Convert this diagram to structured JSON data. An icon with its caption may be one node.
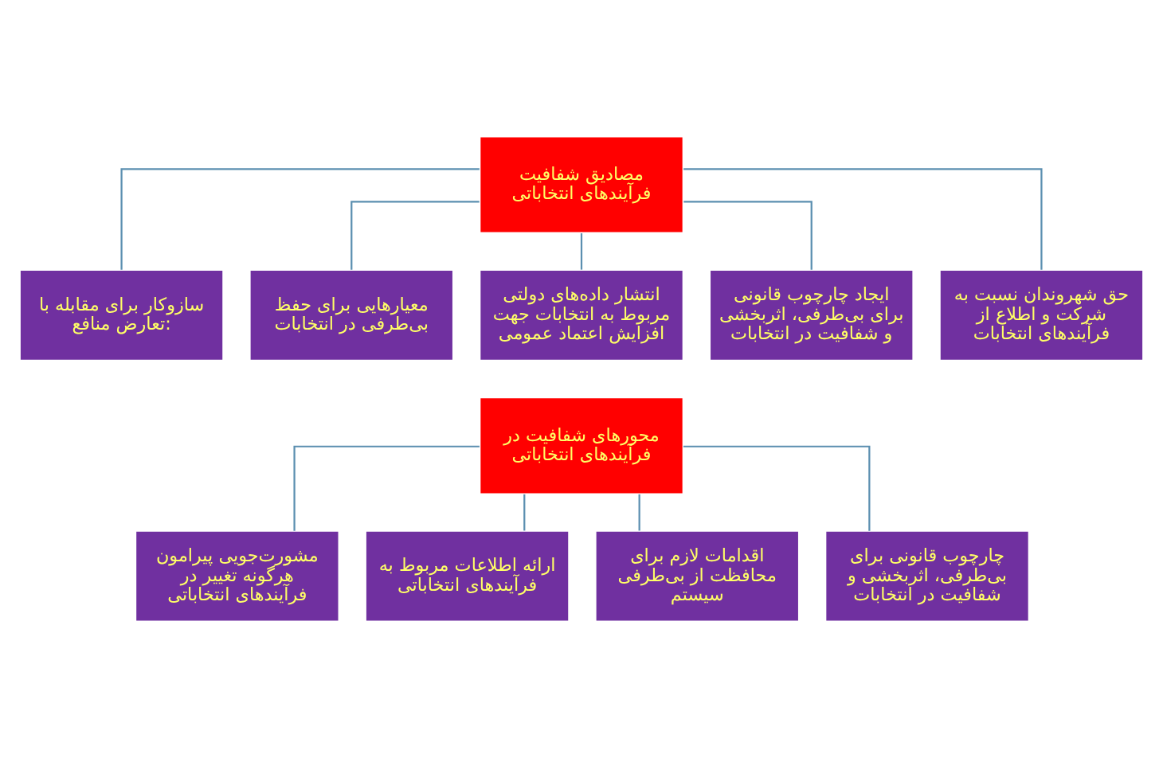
{
  "diagram": {
    "nodes": [
      {
        "text": [
          "مصادیق شفافیت فرآیندهای انتخاباتی"
        ]
      },
      {
        "text": [
          "سازوکار برای مقابله با تعارض منافع:"
        ]
      },
      {
        "text": [
          "معیارهایی برای حفظ بی‌طرفی در انتخابات"
        ]
      },
      {
        "text": [
          "انتشار داده‌های دولتی مربوط به انتخابات جهت افزایش اعتماد عمومی"
        ]
      },
      {
        "text": [
          "ایجاد چارچوب قانونی برای بی‌طرفی، اثربخشی و شفافیت در انتخابات"
        ]
      },
      {
        "text": [
          "حق شهروندان نسبت به شرکت و اطلاع از فرآیندهای انتخابات"
        ]
      },
      {
        "text": [
          "محورهای شفافیت در فرآیندهای انتخاباتی"
        ]
      },
      {
        "text": [
          "مشورت‌جویی پیرامون هرگونه تغییر در فرآیندهای انتخاباتی"
        ]
      },
      {
        "text": [
          "ارائه اطلاعات مربوط به فرآیندهای انتخاباتی"
        ]
      },
      {
        "text": [
          "اقدامات لازم برای محافظت از بی‌طرفی سیستم"
        ]
      },
      {
        "text": [
          "چارچوب قانونی برای بی‌طرفی، اثربخشی و شفافیت در انتخابات"
        ]
      }
    ],
    "edges": [
      {
        "from": 0,
        "to": 1,
        "arrow": "none"
      },
      {
        "from": 0,
        "to": 2,
        "arrow": "none"
      },
      {
        "from": 0,
        "to": 3,
        "arrow": "none"
      },
      {
        "from": 0,
        "to": 4,
        "arrow": "none"
      },
      {
        "from": 0,
        "to": 5,
        "arrow": "none"
      },
      {
        "from": 6,
        "to": 7,
        "arrow": "none"
      },
      {
        "from": 6,
        "to": 8,
        "arrow": "none"
      },
      {
        "from": 6,
        "to": 9,
        "arrow": "none"
      },
      {
        "from": 6,
        "to": 10,
        "arrow": "none"
      }
    ]
  }
}
